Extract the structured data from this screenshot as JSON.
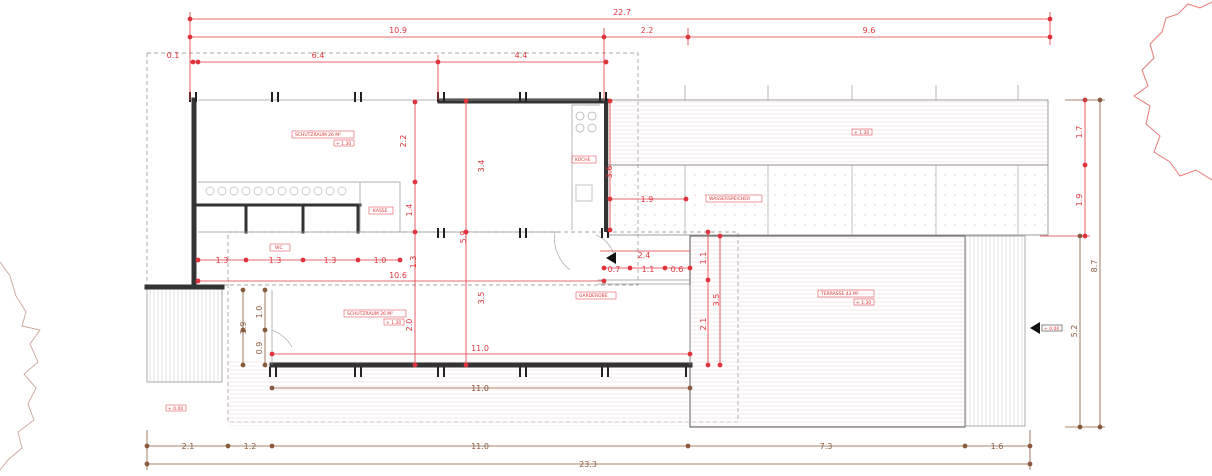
{
  "colors": {
    "red": "#e0343c",
    "brown": "#8a5a3c",
    "wall": "#333333",
    "hatch": "#eadede",
    "thin": "#999999"
  },
  "top_dims": {
    "overall": "22.7",
    "left_part": "10.9",
    "middle_part": "2.2",
    "right_part": "9.6",
    "offset": "0.1",
    "room_a": "6.4",
    "room_b": "4.4"
  },
  "right_dims": {
    "top_gap": "1.7",
    "mid_gap": "1.9",
    "lower_part": "5.2",
    "overall": "8.7"
  },
  "bottom_dims": {
    "seg1": "2.1",
    "seg2": "1.2",
    "seg3": "11.0",
    "seg4": "7.3",
    "seg5": "1.6",
    "overall": "23.3"
  },
  "inner_dims": {
    "d_2_2": "2.2",
    "d_3_4": "3.4",
    "d_1_4": "1.4",
    "d_5_9": "5.9",
    "d_3_5": "3.5",
    "d_2_0": "2.0",
    "d_1_0v": "1.0",
    "d_0_9": "0.9",
    "d_1_9a": "1.9",
    "d_wc_1": "1.3",
    "d_wc_2": "1.3",
    "d_wc_3": "1.3",
    "d_wc_4": "1.0",
    "d_10_6": "10.6",
    "d_11_0_inner": "11.0",
    "d_11_0_lower": "11.0",
    "d_3_6": "3.6",
    "d_1_9b": "1.9",
    "d_2_4": "2.4",
    "d_0_7": "0.7",
    "d_1_1": "1.1",
    "d_0_6": "0.6",
    "d_1_1v": "1.1",
    "d_3_5r": "3.5",
    "d_2_1": "2.1",
    "d_1_3s": "1.3"
  },
  "rooms": {
    "schutzraum_top": "SCHUTZRAUM  26 M²",
    "schutzraum_top_level": "+ 1.30",
    "kueche": "KÜCHE",
    "kasse": "KASSE",
    "wc": "WC",
    "schutzraum_bottom": "SCHUTZRAUM  26 M²",
    "schutzraum_bottom_level": "+ 1.30",
    "garderobe": "GARDEROBE",
    "wasserspeicher": "WASSERSPEICHER",
    "terrasse": "TERRASSE  43 M²",
    "terrasse_level": "+ 1.30",
    "deck_level": "+ 1.30",
    "ground_left": "+ 0.00",
    "ground_right": "+ 0.00"
  }
}
